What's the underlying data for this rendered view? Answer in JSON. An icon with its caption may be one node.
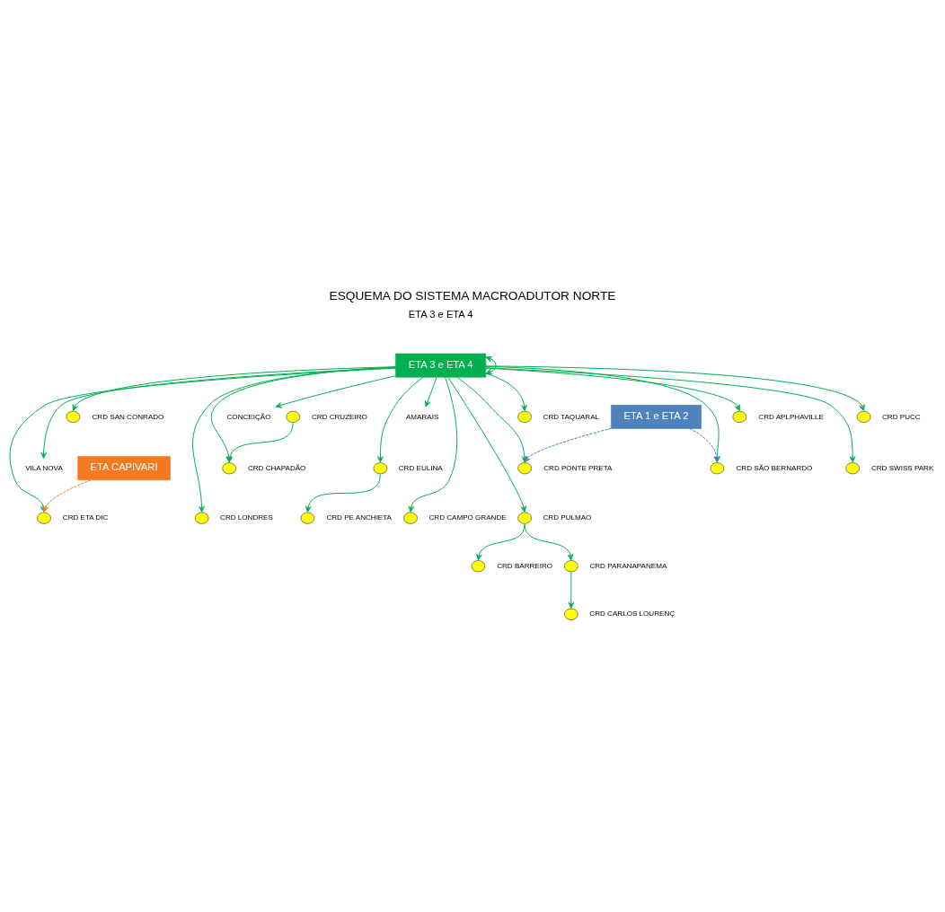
{
  "diagram": {
    "title": "ESQUEMA DO SISTEMA MACROADUTOR NORTE",
    "nodes": [
      {
        "text": [
          "ETA 3 e ETA 4"
        ]
      },
      {
        "text": [],
        "shape": "circle",
        "beside": [
          "CRD SAN CONRADO"
        ]
      },
      {
        "text": [
          "CONCEIÇÃO"
        ]
      },
      {
        "text": [
          "AMARAIS"
        ]
      },
      {
        "text": [],
        "shape": "circle",
        "beside": [
          "CRD PULMAO"
        ]
      },
      {
        "text": [],
        "shape": "circle",
        "beside": [
          "CRD TAQUARAL"
        ]
      },
      {
        "text": [],
        "shape": "circle",
        "beside": [
          "CRD PONTE PRETA"
        ]
      },
      {
        "text": [],
        "shape": "circle",
        "beside": [
          "CRD BARREIRO"
        ]
      },
      {
        "text": [
          "ETA 1 e ETA 2"
        ]
      },
      {
        "text": [],
        "shape": "circle",
        "beside": [
          "CRD APLPHAVILLE"
        ]
      },
      {
        "text": [
          "VILA NOVA"
        ]
      },
      {
        "text": [],
        "shape": "circle",
        "beside": [
          "CRD PUCC"
        ]
      },
      {
        "text": [],
        "shape": "circle",
        "beside": [
          "CRD PARANAPANEMA"
        ]
      },
      {
        "text": [],
        "shape": "circle",
        "beside": [
          "CRD SÃO BERNARDO"
        ]
      },
      {
        "text": [],
        "shape": "circle",
        "beside": [
          "CRD CRUZEIRO"
        ]
      },
      {
        "text": [],
        "shape": "circle",
        "beside": [
          "CRD CHAPADÃO"
        ]
      },
      {
        "text": [],
        "shape": "circle",
        "beside": [
          "CRD SWISS PARK"
        ]
      },
      {
        "text": [],
        "shape": "circle",
        "beside": [
          "CRD ETA DIC"
        ]
      },
      {
        "text": [],
        "shape": "circle",
        "beside": [
          "CRD EULINA"
        ]
      },
      {
        "text": [],
        "shape": "circle",
        "beside": [
          "CRD PE ANCHIETA"
        ]
      },
      {
        "text": [],
        "shape": "circle",
        "beside": [
          "CRD CARLOS LOURENÇ"
        ]
      },
      {
        "text": [
          "ETA CAPIVARI"
        ]
      },
      {
        "text": [],
        "shape": "circle",
        "beside": [
          "CRD LONDRES"
        ]
      },
      {
        "text": [],
        "shape": "circle",
        "beside": [
          "CRD CAMPO GRANDE"
        ]
      }
    ],
    "edges": [
      {
        "from": 0,
        "to": 1,
        "arrow": "to"
      },
      {
        "from": 0,
        "to": 2,
        "arrow": "to"
      },
      {
        "from": 0,
        "to": 3,
        "arrow": "to"
      },
      {
        "from": 0,
        "to": 0,
        "arrow": "both"
      },
      {
        "from": 0,
        "to": 5,
        "arrow": "to"
      },
      {
        "from": 0,
        "to": 9,
        "arrow": "to"
      },
      {
        "from": 0,
        "to": 11,
        "arrow": "to"
      },
      {
        "from": 0,
        "to": 10,
        "arrow": "to"
      },
      {
        "from": 0,
        "to": 15,
        "arrow": "to"
      },
      {
        "from": 14,
        "to": 15,
        "arrow": "to"
      },
      {
        "from": 0,
        "to": 18,
        "arrow": "to"
      },
      {
        "from": 18,
        "to": 19,
        "arrow": "to"
      },
      {
        "from": 0,
        "to": 6,
        "arrow": "to"
      },
      {
        "from": 0,
        "to": 13,
        "arrow": "to"
      },
      {
        "from": 0,
        "to": 16,
        "arrow": "to"
      },
      {
        "from": 0,
        "to": 17,
        "arrow": "to"
      },
      {
        "from": 0,
        "to": 22,
        "arrow": "to"
      },
      {
        "from": 0,
        "to": 23,
        "arrow": "to"
      },
      {
        "from": 8,
        "to": 6,
        "arrow": "to",
        "style": "dashed",
        "color": "#4f81bd"
      },
      {
        "from": 8,
        "to": 13,
        "arrow": "to",
        "style": "dashed",
        "color": "#4f81bd"
      },
      {
        "from": 21,
        "to": 17,
        "arrow": "to",
        "style": "dashed",
        "color": "#f47920"
      },
      {
        "from": 0,
        "to": 4,
        "arrow": "to"
      },
      {
        "from": 4,
        "to": 7,
        "arrow": "to"
      },
      {
        "from": 4,
        "to": 12,
        "arrow": "to"
      },
      {
        "from": 12,
        "to": 20,
        "arrow": "to"
      }
    ],
    "labels": [
      "ETA 3 e ETA 4"
    ]
  }
}
